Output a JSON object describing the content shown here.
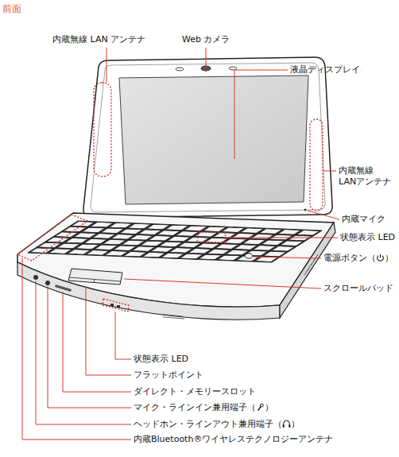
{
  "diagram": {
    "title": "前面",
    "labels": [
      "内蔵無線 LAN アンテナ",
      "Web カメラ",
      "液晶ディスプレイ",
      "内蔵無線 LANアンテナ",
      "内蔵マイク",
      "状態表示 LED",
      "電源ボタン（　）",
      "スクロールパッド",
      "状態表示 LED",
      "フラットポイント",
      "ダイレクト・メモリースロット",
      "マイク・ラインイン兼用端子（　）",
      "ヘッドホン・ラインアウト兼用端子（　）",
      "内蔵Bluetooth®ワイヤレステクノロジーアンテナ"
    ]
  }
}
